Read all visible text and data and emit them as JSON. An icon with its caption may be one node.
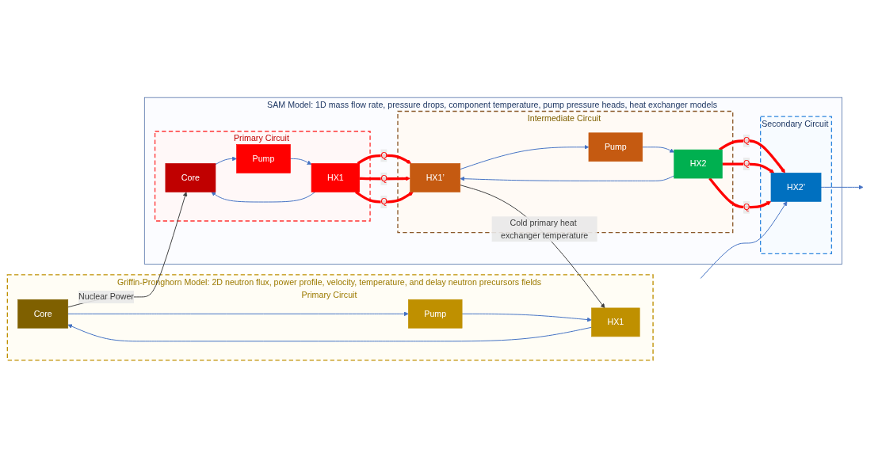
{
  "diagram": {
    "nodes": [
      {
        "text": [
          "Griffin-Pronghorn Model: 2D neutron flux, power profile, velocity, temperature, and delay neutron precursors fields",
          "Primary Circuit"
        ]
      },
      {
        "text": [
          "Core"
        ],
        "in": 0
      },
      {
        "text": [
          "Pump"
        ],
        "in": 0
      },
      {
        "text": [
          "HX1"
        ],
        "in": 0
      },
      {
        "text": [
          "SAM Model: 1D mass flow rate, pressure drops, component temperature, pump pressure heads, heat exchanger models"
        ]
      },
      {
        "text": [
          "Primary Circuit"
        ],
        "in": 4
      },
      {
        "text": [
          "Core"
        ],
        "in": 5
      },
      {
        "text": [
          "Pump"
        ],
        "in": 5
      },
      {
        "text": [
          "HX1"
        ],
        "in": 5
      },
      {
        "text": [
          "Intermediate Circuit"
        ],
        "in": 4
      },
      {
        "text": [
          "Pump"
        ],
        "in": 9
      },
      {
        "text": [
          "HX1’"
        ],
        "in": 9
      },
      {
        "text": [
          "HX2"
        ],
        "in": 9
      },
      {
        "text": [
          "Secondary Circuit"
        ],
        "in": 4
      },
      {
        "text": [
          "HX2’"
        ],
        "in": 13
      }
    ],
    "edges": [
      {
        "from": 1,
        "to": 2,
        "arrow": "to"
      },
      {
        "from": 2,
        "to": 3,
        "arrow": "to"
      },
      {
        "from": 3,
        "to": 1,
        "arrow": "to"
      },
      {
        "from": 1,
        "to": 6,
        "arrow": "to",
        "label": "Nuclear Power",
        "color": "#404040"
      },
      {
        "from": 6,
        "to": 7,
        "arrow": "to"
      },
      {
        "from": 7,
        "to": 8,
        "arrow": "to"
      },
      {
        "from": 8,
        "to": 6,
        "arrow": "to"
      },
      {
        "from": 8,
        "to": 11,
        "arrow": "to",
        "label": "Q",
        "style": "thick",
        "color": "#ff0000"
      },
      {
        "from": 8,
        "to": 11,
        "arrow": "to",
        "label": "Q",
        "style": "thick",
        "color": "#ff0000"
      },
      {
        "from": 8,
        "to": 11,
        "arrow": "to",
        "label": "Q",
        "style": "thick",
        "color": "#ff0000"
      },
      {
        "from": 11,
        "to": 3,
        "arrow": "to",
        "label": "Cold primary heat exchanger temperature",
        "color": "#404040"
      },
      {
        "from": 11,
        "to": 10,
        "arrow": "to"
      },
      {
        "from": 10,
        "to": 12,
        "arrow": "to"
      },
      {
        "from": 12,
        "to": 11,
        "arrow": "to"
      },
      {
        "from": 12,
        "to": 14,
        "arrow": "to",
        "label": "Q",
        "style": "thick",
        "color": "#ff0000"
      },
      {
        "from": 12,
        "to": 14,
        "arrow": "to",
        "label": "Q",
        "style": "thick",
        "color": "#ff0000"
      },
      {
        "from": 12,
        "to": 14,
        "arrow": "to",
        "label": "Q",
        "style": "thick",
        "color": "#ff0000"
      },
      {
        "from": 14,
        "to": null,
        "arrow": "to"
      },
      {
        "from": null,
        "to": 14,
        "arrow": "to"
      }
    ]
  }
}
